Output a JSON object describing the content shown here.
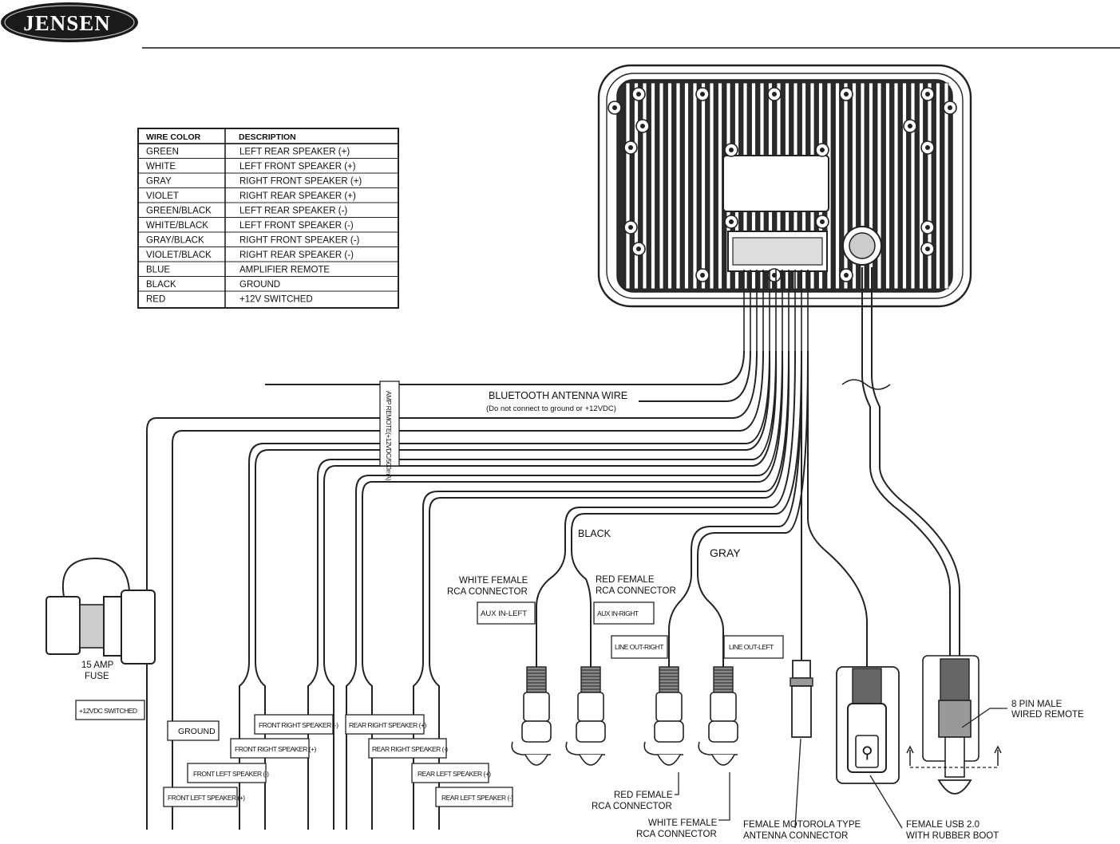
{
  "brand": {
    "logo_text": "JENSEN"
  },
  "wire_table": {
    "headers": [
      "WIRE COLOR",
      "DESCRIPTION"
    ],
    "rows": [
      [
        "GREEN",
        "LEFT REAR SPEAKER (+)"
      ],
      [
        "WHITE",
        "LEFT FRONT SPEAKER (+)"
      ],
      [
        "GRAY",
        "RIGHT FRONT SPEAKER (+)"
      ],
      [
        "VIOLET",
        "RIGHT REAR SPEAKER (+)"
      ],
      [
        "GREEN/BLACK",
        "LEFT REAR SPEAKER (-)"
      ],
      [
        "WHITE/BLACK",
        "LEFT FRONT SPEAKER (-)"
      ],
      [
        "GRAY/BLACK",
        "RIGHT FRONT SPEAKER (-)"
      ],
      [
        "VIOLET/BLACK",
        "RIGHT REAR SPEAKER (-)"
      ],
      [
        "BLUE",
        "AMPLIFIER REMOTE"
      ],
      [
        "BLACK",
        "GROUND"
      ],
      [
        "RED",
        "+12V SWITCHED"
      ]
    ]
  },
  "labels": {
    "bt_antenna": "BLUETOOTH ANTENNA WIRE",
    "bt_antenna_note": "(Do not connect to ground or +12VDC)",
    "amp_remote": "AMP REMOTE(+12VDC/500mA)",
    "fuse_line1": "15 AMP",
    "fuse_line2": "FUSE",
    "switched": "+12VDC SWITCHED",
    "ground": "GROUND",
    "front_right_neg": "FRONT RIGHT SPEAKER (-)",
    "front_right_pos": "FRONT RIGHT SPEAKER (+)",
    "front_left_neg": "FRONT LEFT SPEAKER (-)",
    "front_left_pos": "FRONT LEFT SPEAKER (+)",
    "rear_right_pos": "REAR RIGHT SPEAKER (+)",
    "rear_right_neg": "REAR RIGHT SPEAKER (-)",
    "rear_left_pos": "REAR LEFT SPEAKER (+)",
    "rear_left_neg": "REAR LEFT SPEAKER (-)",
    "black": "BLACK",
    "gray": "GRAY",
    "white_female_rca_1": "WHITE FEMALE",
    "white_female_rca_2": "RCA CONNECTOR",
    "red_female_rca_1": "RED FEMALE",
    "red_female_rca_2": "RCA CONNECTOR",
    "aux_left": "AUX IN-LEFT",
    "aux_right": "AUX IN-RIGHT",
    "line_out_right": "LINE OUT-RIGHT",
    "line_out_left": "LINE OUT-LEFT",
    "red_rca_bottom_1": "RED FEMALE",
    "red_rca_bottom_2": "RCA CONNECTOR",
    "white_rca_bottom_1": "WHITE FEMALE",
    "white_rca_bottom_2": "RCA CONNECTOR",
    "antenna_1": "FEMALE MOTOROLA TYPE",
    "antenna_2": "ANTENNA CONNECTOR",
    "usb_1": "FEMALE USB 2.0",
    "usb_2": "WITH RUBBER BOOT",
    "remote_1": "8 PIN MALE",
    "remote_2": "WIRED REMOTE"
  },
  "colors": {
    "line": "#222222",
    "paper": "#ffffff",
    "logo_bg": "#1a1a1a"
  }
}
